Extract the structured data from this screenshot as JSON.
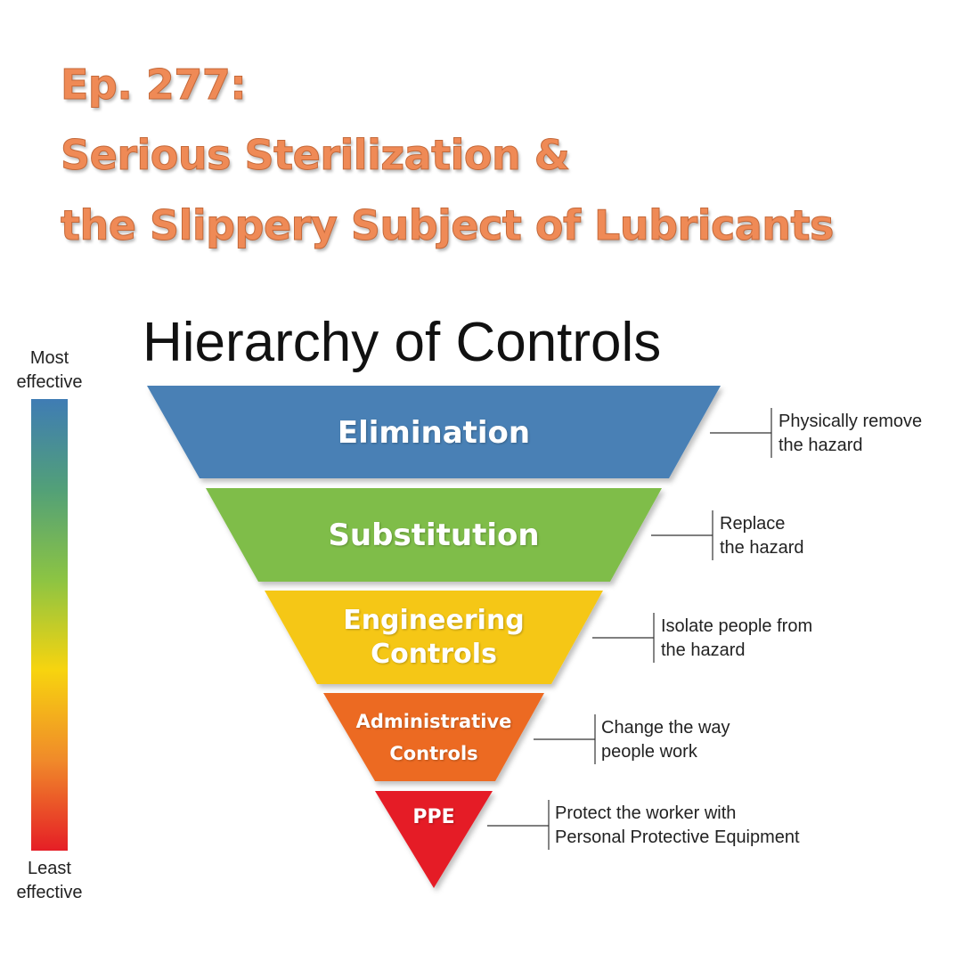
{
  "header": {
    "episode_line1": "Ep. 277:",
    "episode_line2": "Serious Sterilization &",
    "episode_line3": "the Slippery Subject of Lubricants"
  },
  "diagram": {
    "title": "Hierarchy of Controls",
    "scale_top": "Most\neffective",
    "scale_bottom": "Least\neffective",
    "levels": [
      {
        "label": "Elimination",
        "description": "Physically remove\nthe hazard",
        "color": "#4a80b5"
      },
      {
        "label": "Substitution",
        "description": "Replace\nthe hazard",
        "color": "#7fbd4a"
      },
      {
        "label": "Engineering\nControls",
        "description": "Isolate people from\nthe hazard",
        "color": "#f5c714"
      },
      {
        "label": "Administrative\nControls",
        "description": "Change the way\npeople work",
        "color": "#ec6a24"
      },
      {
        "label": "PPE",
        "description": "Protect the worker with\nPersonal Protective Equipment",
        "color": "#e51e26"
      }
    ],
    "gradient_colors": [
      "#3f7cb4",
      "#8cc443",
      "#f7d40f",
      "#f08a2a",
      "#e51e26"
    ]
  }
}
